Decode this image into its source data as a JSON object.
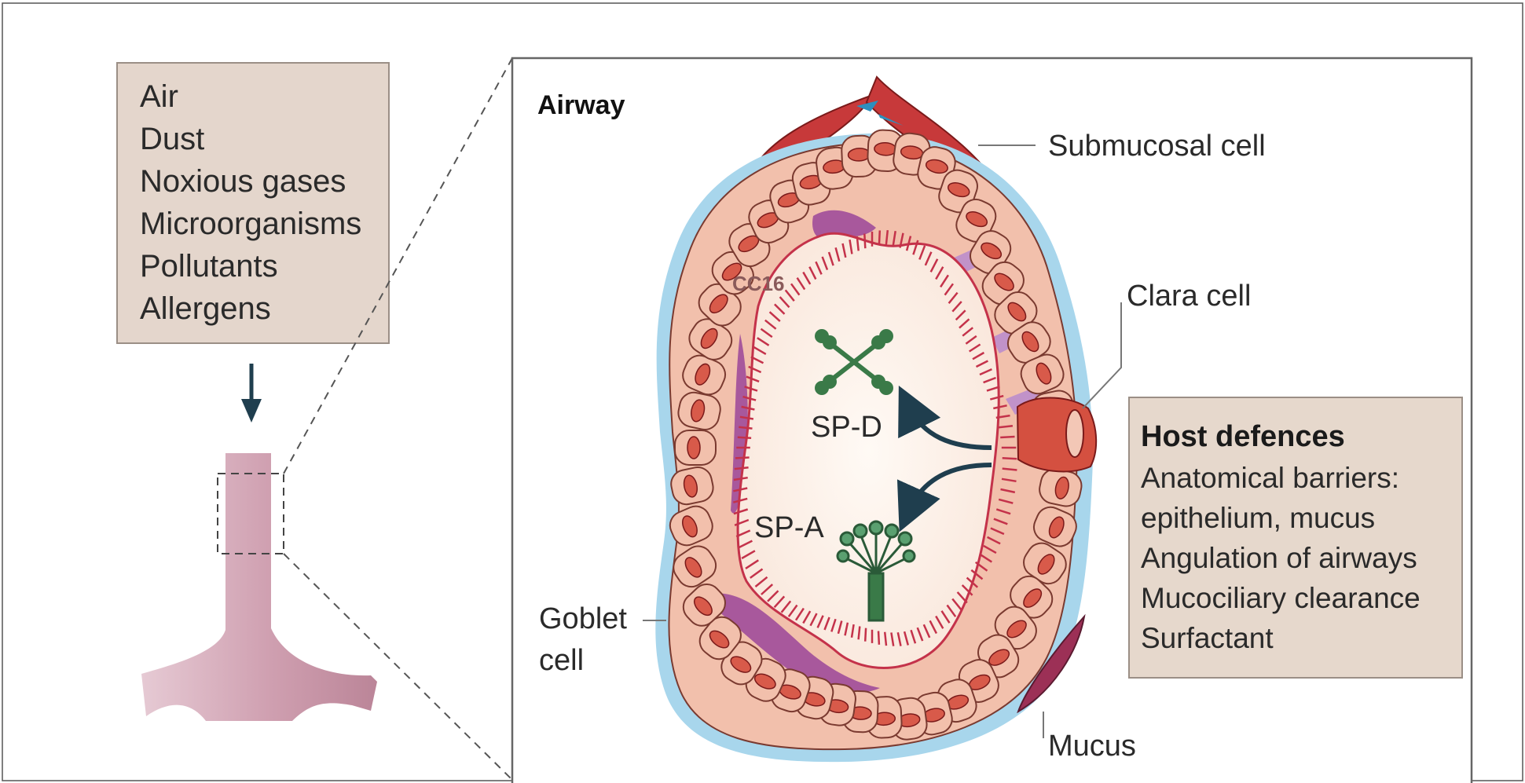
{
  "exposures": {
    "items": [
      "Air",
      "Dust",
      "Noxious gases",
      "Microorganisms",
      "Pollutants",
      "Allergens"
    ]
  },
  "airway": {
    "title": "Airway"
  },
  "labels": {
    "submucosal_cell": "Submucosal cell",
    "clara_cell": "Clara cell",
    "goblet_cell_line1": "Goblet",
    "goblet_cell_line2": "cell",
    "mucus": "Mucus",
    "sp_d": "SP-D",
    "sp_a": "SP-A",
    "cc16": "CC16"
  },
  "host_defences": {
    "title": "Host defences",
    "lines": [
      "Anatomical barriers:",
      "epithelium, mucus",
      "Angulation of airways",
      "Mucociliary clearance",
      "Surfactant"
    ]
  },
  "colors": {
    "exposure_box_fill": "#e4d6cc",
    "host_box_fill": "#e6d8cc",
    "submucosa_blue": "#a8d6ec",
    "epithelial_cell": "#f2c0ac",
    "nucleus": "#d85a4a",
    "cilia": "#c4324a",
    "goblet_mucus": "#a8589c",
    "clara_cell": "#d45040",
    "lumen": "#fdf2ea",
    "collectin_green": "#3a7a48",
    "bronchus": "#c79aa8"
  }
}
